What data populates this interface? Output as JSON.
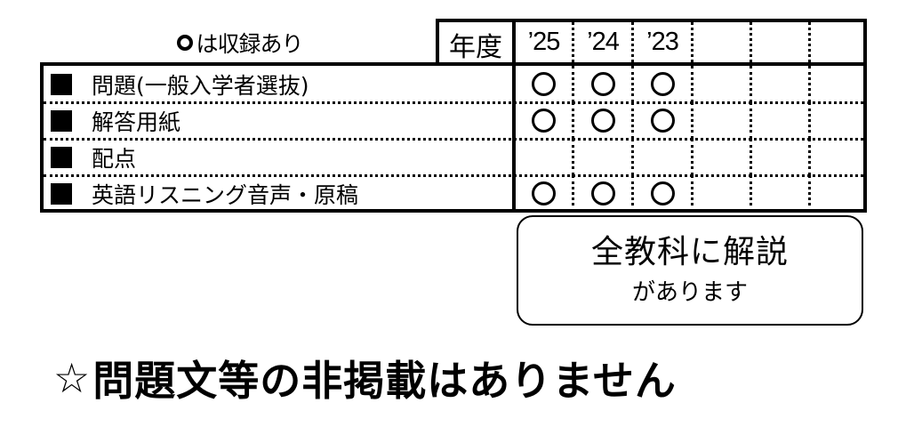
{
  "legend": {
    "marker_icon": "circle-icon",
    "text": "は収録あり"
  },
  "header": {
    "year_label": "年度",
    "years": [
      "’25",
      "’24",
      "’23",
      "",
      "",
      ""
    ]
  },
  "rows": [
    {
      "label": "問題(一般入学者選抜)",
      "recorded": [
        true,
        true,
        true,
        false,
        false,
        false
      ]
    },
    {
      "label": "解答用紙",
      "recorded": [
        true,
        true,
        true,
        false,
        false,
        false
      ]
    },
    {
      "label": "配点",
      "recorded": [
        false,
        false,
        false,
        false,
        false,
        false
      ]
    },
    {
      "label": "英語リスニング音声・原稿",
      "recorded": [
        true,
        true,
        true,
        false,
        false,
        false
      ]
    }
  ],
  "info_box": {
    "line1": "全教科に解説",
    "line2": "があります"
  },
  "notice": {
    "star_icon": "☆",
    "text": "問題文等の非掲載はありません"
  },
  "colors": {
    "ink": "#000000",
    "background": "#ffffff"
  }
}
